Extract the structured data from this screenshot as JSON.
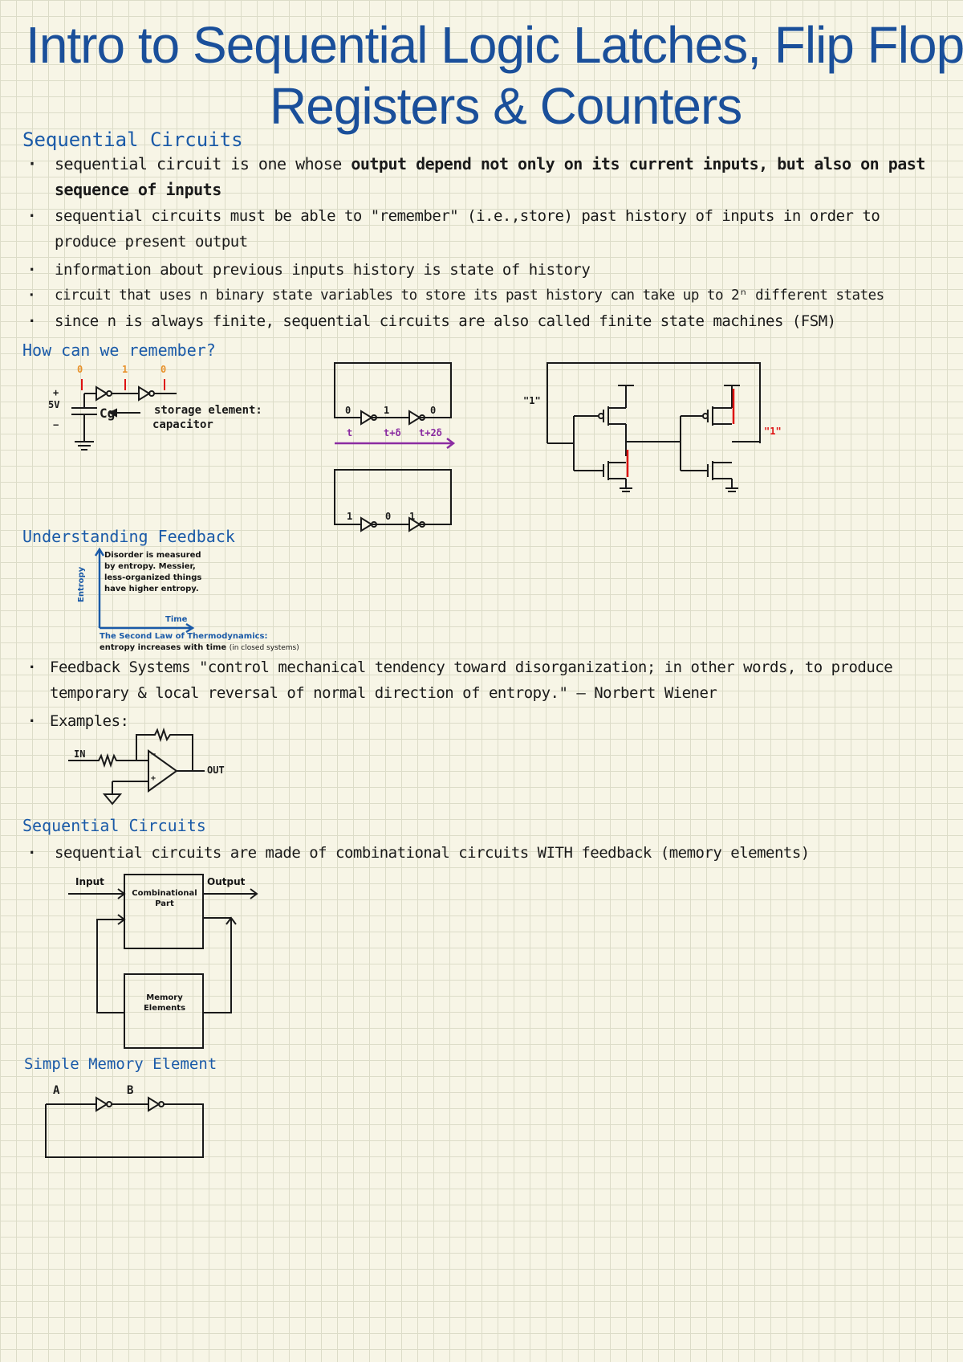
{
  "title": {
    "line1": "Intro to Sequential Logic Latches, Flip Flops,",
    "line2": "Registers & Counters"
  },
  "sections": {
    "sequential_circuits_1": "Sequential Circuits",
    "how_remember": "How can we remember?",
    "understanding_feedback": "Understanding Feedback",
    "sequential_circuits_2": "Sequential Circuits",
    "simple_memory": "Simple Memory Element"
  },
  "bullet_glyph": "·",
  "bullets_seq1": [
    {
      "pre": "sequential circuit is one whose ",
      "bold": "output depend not only on its current inputs, but also on past sequence of inputs"
    },
    "sequential circuits must be able to \"remember\" (i.e.,store) past history of inputs in order to produce present output",
    "information about previous inputs history is state of history",
    "circuit that uses n binary state variables to store its past history can take up to 2ⁿ different states",
    "since n is always finite, sequential circuits are also called finite state machines (FSM)"
  ],
  "capacitor_diagram": {
    "plus": "+",
    "voltage": "5V",
    "minus": "−",
    "cap_label": "Cg",
    "storage_label_line1": "storage element:",
    "storage_label_line2": "capacitor",
    "bits": [
      "0",
      "1",
      "0"
    ]
  },
  "loop_diagram": {
    "top_nodes": [
      "0",
      "1",
      "0"
    ],
    "time_labels": [
      "t",
      "t+δ",
      "t+2δ"
    ],
    "bottom_nodes": [
      "1",
      "0",
      "1"
    ]
  },
  "transistor_diagram": {
    "left_label": "\"1\"",
    "right_label": "\"1\""
  },
  "entropy_graph": {
    "y_label": "Entropy",
    "x_label": "Time",
    "note": [
      "Disorder is measured",
      "by entropy. Messier,",
      "less-organized things",
      "have higher entropy."
    ],
    "law_title": "The Second Law of Thermodynamics:",
    "law_text": "entropy increases with time",
    "law_paren": "(in closed systems)"
  },
  "feedback_quote": "Feedback Systems \"control mechanical tendency toward disorganization; in other words, to produce temporary & local reversal of normal direction of entropy.\" – Norbert Wiener",
  "examples_label": "Examples:",
  "opamp": {
    "in_label": "IN",
    "out_label": "OUT",
    "minus": "−",
    "plus": "+"
  },
  "bullet_seq2": "sequential circuits are made of combinational circuits WITH feedback (memory elements)",
  "block_diagram": {
    "input": "Input",
    "output": "Output",
    "comb_line1": "Combinational",
    "comb_line2": "Part",
    "mem_line1": "Memory",
    "mem_line2": "Elements"
  },
  "memory_element": {
    "a": "A",
    "b": "B"
  },
  "colors": {
    "title_blue": "#1a4f9a",
    "heading_blue": "#1a5aa8",
    "purple": "#8b2ca2",
    "red": "#d11111",
    "orange": "#e8912a"
  }
}
